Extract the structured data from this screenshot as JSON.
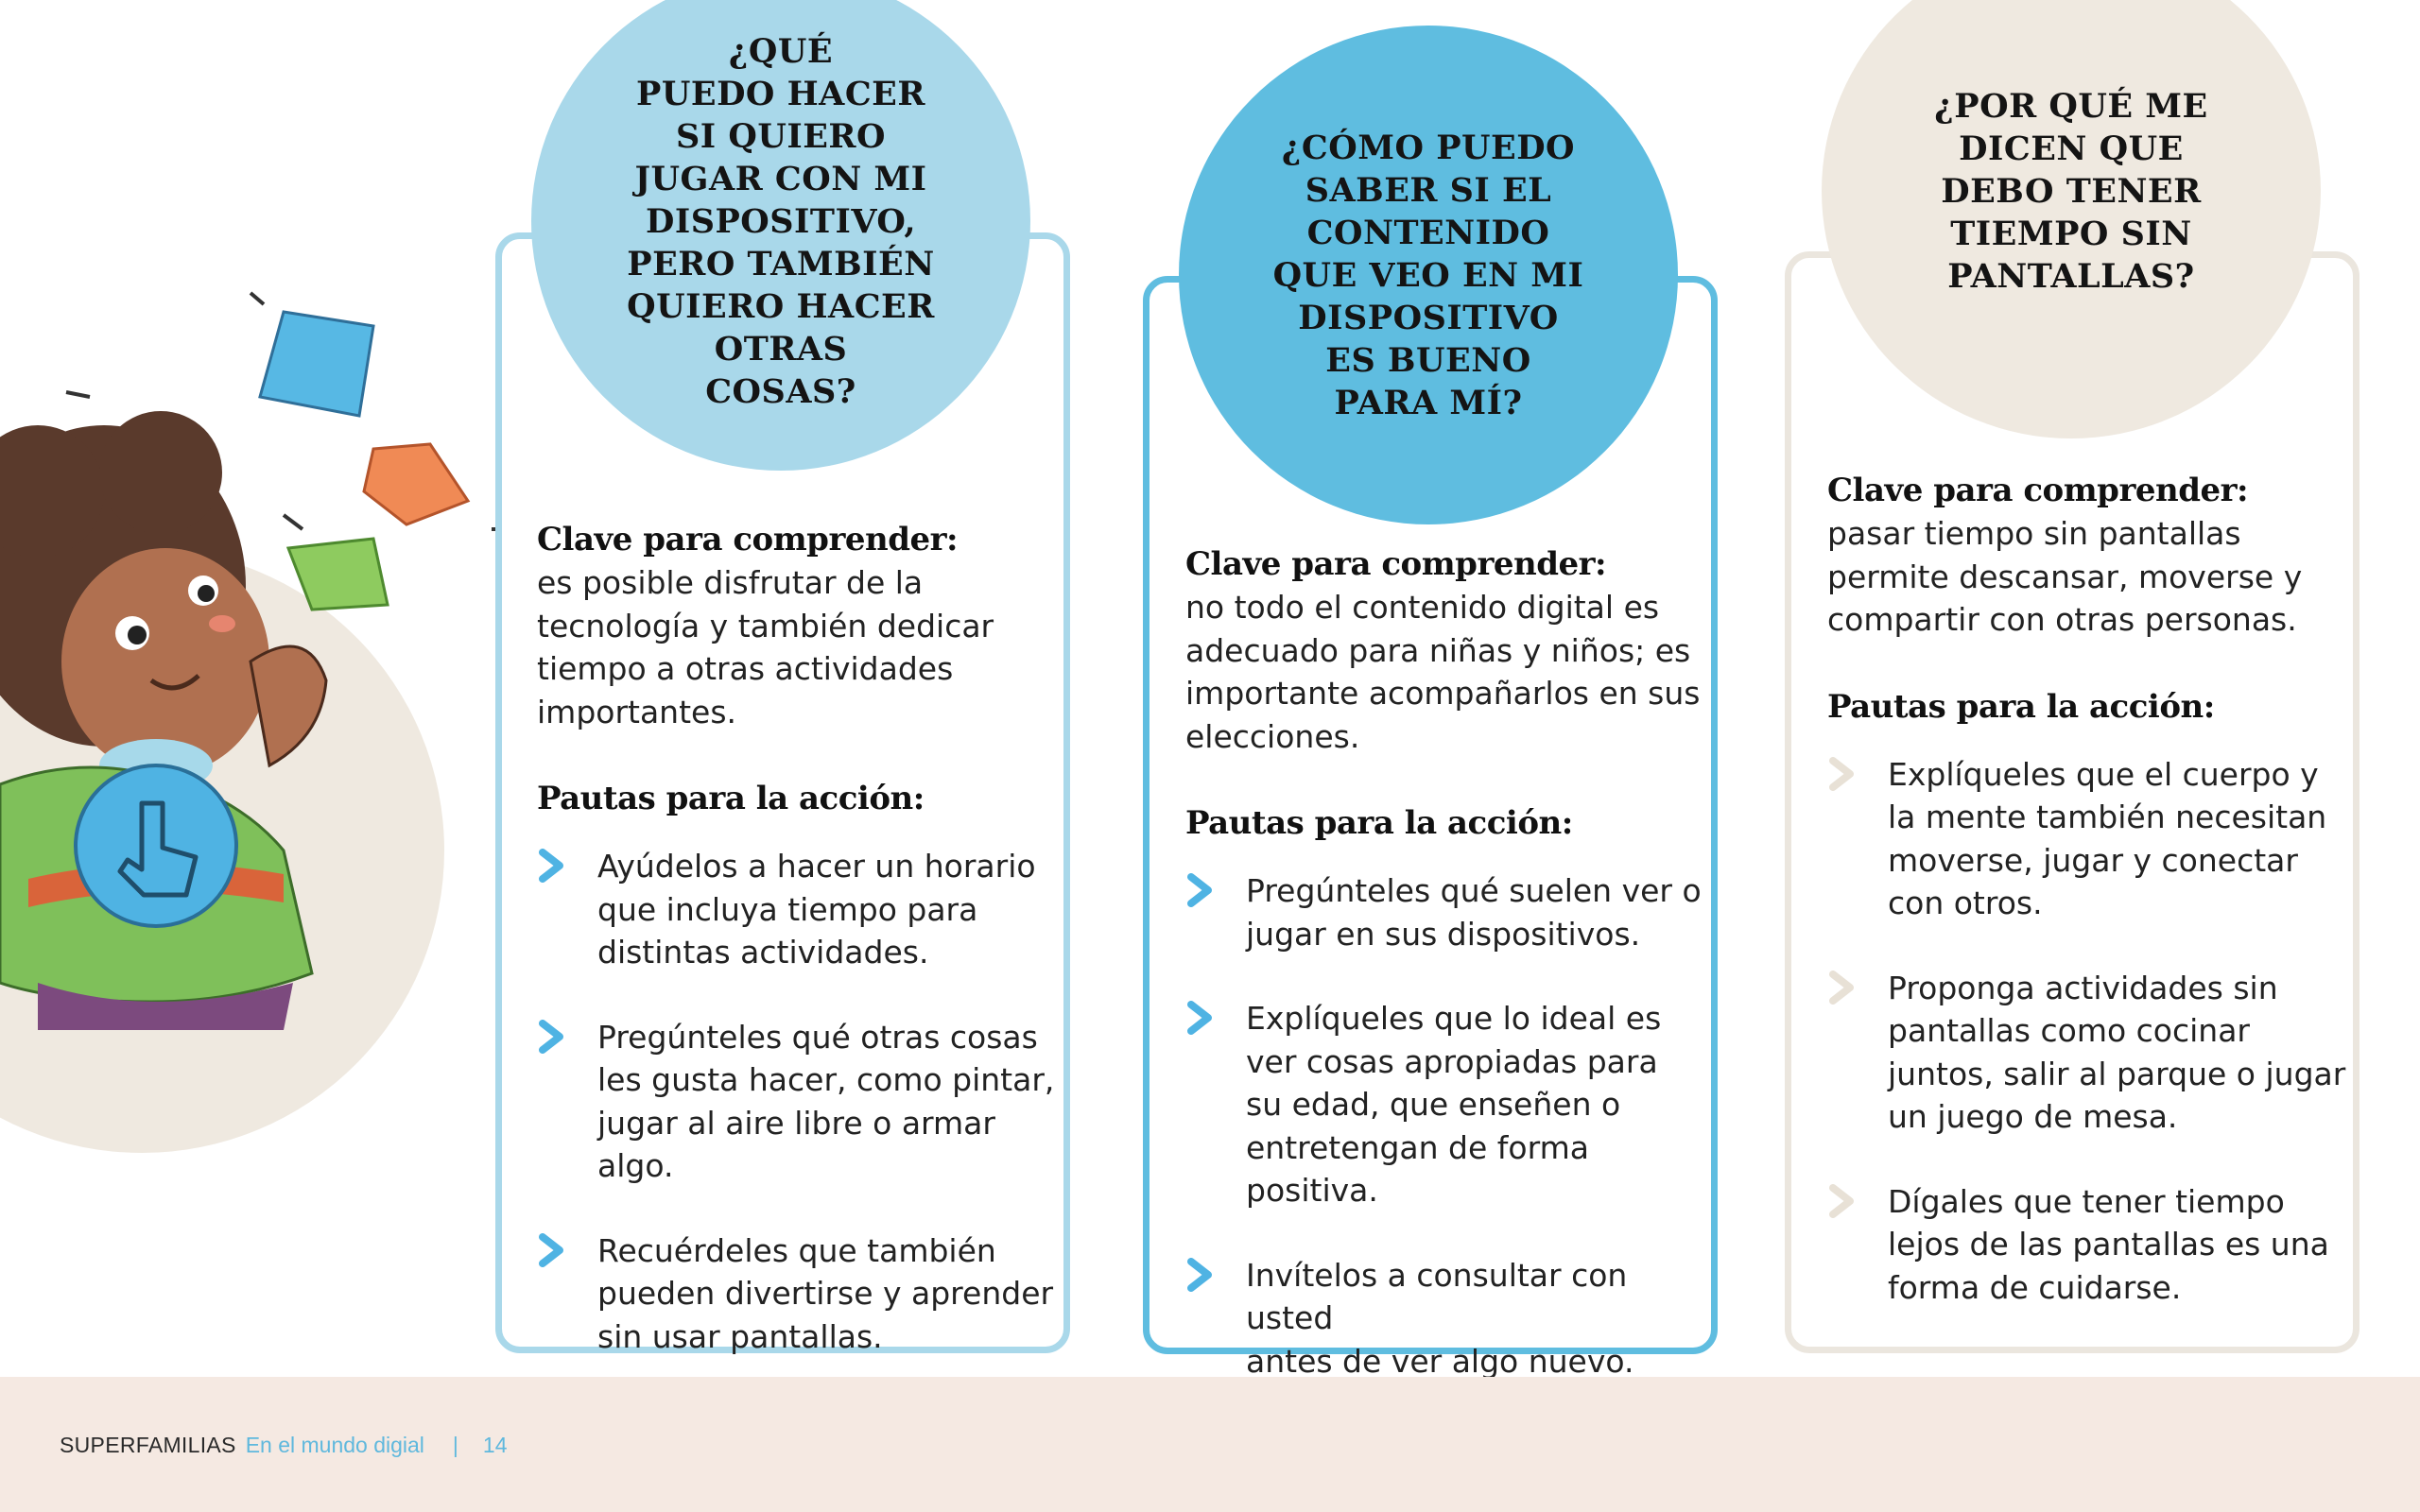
{
  "cards": [
    {
      "title": "¿QUÉ\nPUEDO HACER\nSI QUIERO\nJUGAR CON MI\nDISPOSITIVO,\nPERO TAMBIÉN\nQUIERO HACER\nOTRAS\nCOSAS?",
      "key_heading": "Clave para comprender:",
      "key_text": "es posible disfrutar de la\ntecnología y también dedicar\ntiempo a otras actividades\nimportantes.",
      "action_heading": "Pautas para la acción:",
      "bullets": [
        "Ayúdelos a hacer un horario\nque incluya tiempo para\ndistintas actividades.",
        "Pregúnteles qué otras cosas\nles gusta hacer, como pintar,\njugar al aire libre o armar algo.",
        "Recuérdeles que también\npueden divertirse y aprender\nsin usar pantallas."
      ]
    },
    {
      "title": "¿CÓMO PUEDO\nSABER SI EL\nCONTENIDO\nQUE VEO EN MI\nDISPOSITIVO\nES BUENO\nPARA MÍ?",
      "key_heading": "Clave para comprender:",
      "key_text": "no todo el contenido digital es\nadecuado para niñas y niños; es\nimportante acompañarlos en sus\nelecciones.",
      "action_heading": "Pautas para la acción:",
      "bullets": [
        "Pregúnteles qué suelen ver o\njugar en sus dispositivos.",
        "Explíqueles que lo ideal es\nver cosas apropiadas para\nsu edad, que enseñen o\nentretengan de forma positiva.",
        "Invítelos a consultar con usted\nantes de ver algo nuevo."
      ]
    },
    {
      "title": "¿POR QUÉ ME\nDICEN QUE\nDEBO TENER\nTIEMPO SIN\nPANTALLAS?",
      "key_heading": "Clave para comprender:",
      "key_text": "pasar tiempo sin pantallas\npermite descansar, moverse y\ncompartir con otras personas.",
      "action_heading": "Pautas para la acción:",
      "bullets": [
        "Explíqueles que el cuerpo y\nla mente también necesitan\nmoverse, jugar y conectar\ncon otros.",
        "Proponga actividades sin\npantallas como cocinar\njuntos, salir al parque o jugar\nun juego de mesa.",
        "Dígales que tener tiempo\nlejos de las pantallas es una\nforma de cuidarse."
      ]
    }
  ],
  "footer": {
    "brand": "SUPERFAMILIAS",
    "subtitle": "En el mundo digial",
    "separator": "|",
    "page": "14"
  },
  "colors": {
    "card1": "#a9d8ea",
    "card2": "#5fbde0",
    "card3": "#efe9e0",
    "accent": "#5fb8dd",
    "footer_bg": "#f5e9e2"
  },
  "icons": {
    "bullet": "chevron-right-icon",
    "illustration": "child-thinking-illustration"
  }
}
